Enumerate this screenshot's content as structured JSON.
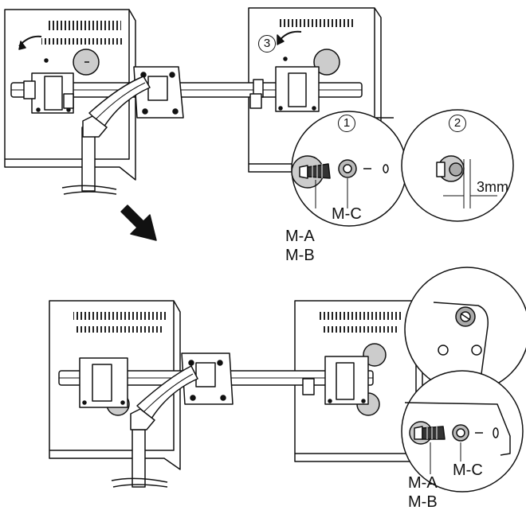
{
  "steps": {
    "one": "1",
    "two": "2",
    "three": "3"
  },
  "labels": {
    "mc_top": "M-C",
    "ma_top": "M-A",
    "mb_top": "M-B",
    "gap": "3mm",
    "mc_bottom": "M-C",
    "ma_bottom": "M-A",
    "mb_bottom": "M-B"
  },
  "colors": {
    "line": "#111111",
    "fill": "#ffffff",
    "shade": "#cccccc",
    "dark": "#333333"
  }
}
